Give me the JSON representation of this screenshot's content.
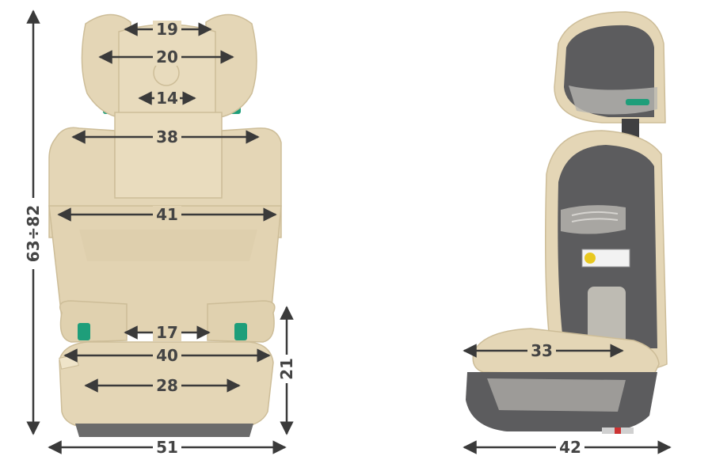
{
  "colors": {
    "fabric": "#e4d6b6",
    "fabric_dark": "#cdbd98",
    "fabric_light": "#efe4c9",
    "shell": "#5c5c5e",
    "shell_dark": "#3f3f41",
    "green": "#1e9e7a",
    "arrow": "#3a3a3a",
    "label": "#444444"
  },
  "front_view": {
    "dimensions": {
      "headrest_top": "19",
      "headrest_outer": "20",
      "headrest_inner": "14",
      "shoulder": "38",
      "back": "41",
      "seat_inner": "17",
      "seat_front": "40",
      "seat_depth": "28",
      "base_width": "51",
      "total_height": "63÷82",
      "seat_height": "21"
    }
  },
  "side_view": {
    "dimensions": {
      "seat_depth": "33",
      "base_depth": "42"
    }
  }
}
